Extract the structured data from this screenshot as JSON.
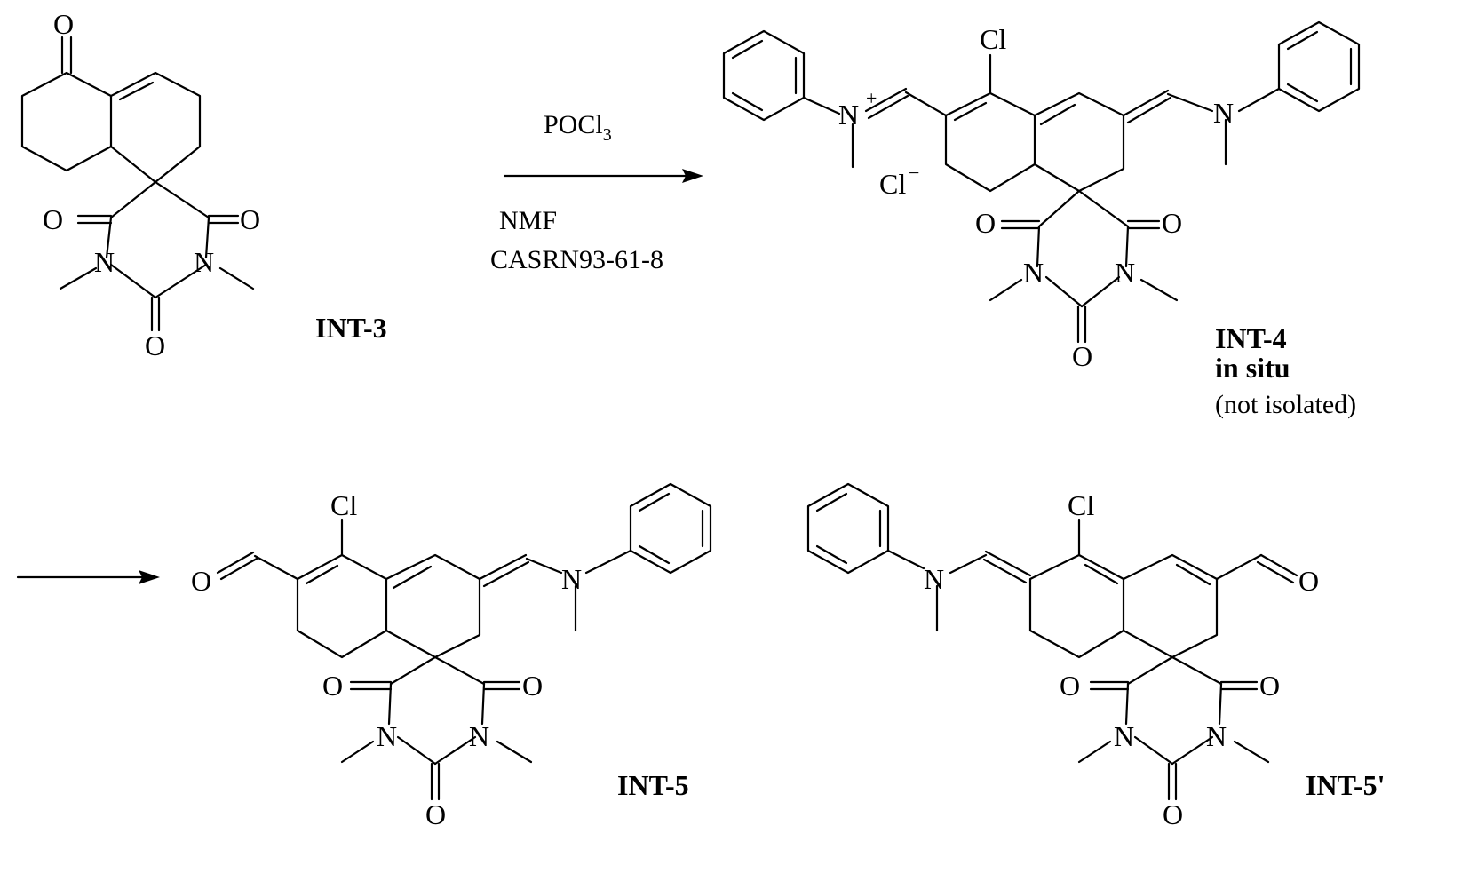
{
  "scheme": {
    "reaction": {
      "reagent_above": "POCl",
      "reagent_above_sub": "3",
      "reagent_below_1": "NMF",
      "reagent_below_2": "CASRN93-61-8"
    },
    "compounds": {
      "int3": {
        "label": "INT-3"
      },
      "int4": {
        "label": "INT-4",
        "note_1": "in situ",
        "note_2": "(not isolated)",
        "counterion": "Cl"
      },
      "int5": {
        "label": "INT-5"
      },
      "int5p": {
        "label": "INT-5'"
      }
    },
    "atoms": {
      "O": "O",
      "N": "N",
      "Cl": "Cl",
      "plus": "+",
      "minus": "−"
    }
  }
}
